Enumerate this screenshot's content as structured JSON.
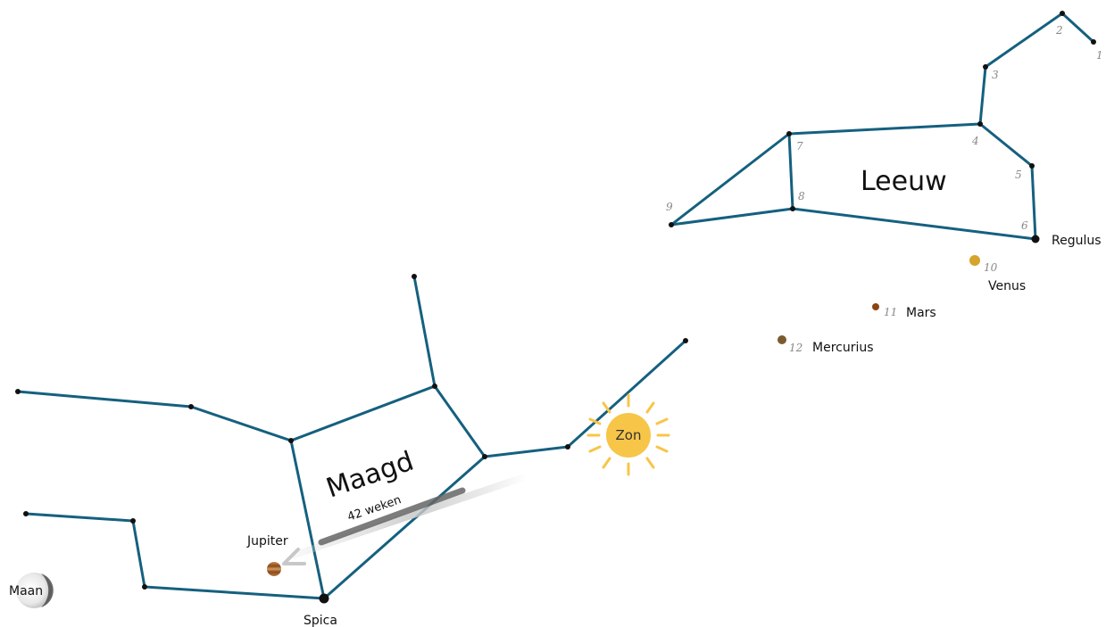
{
  "constellations": {
    "leo": "Leeuw",
    "virgo": "Maagd"
  },
  "stars": {
    "regulus": "Regulus",
    "spica": "Spica"
  },
  "planets": {
    "venus": "Venus",
    "mars": "Mars",
    "mercury": "Mercurius",
    "jupiter": "Jupiter"
  },
  "sun": "Zon",
  "moon": "Maan",
  "jupiter_path_label": "42 weken",
  "numbers": [
    "1",
    "2",
    "3",
    "4",
    "5",
    "6",
    "7",
    "8",
    "9",
    "10",
    "11",
    "12"
  ],
  "colors": {
    "constellation_line": "#15607f",
    "sun": "#f7c548",
    "venus": "#d4a42c",
    "mars": "#8b4513",
    "mercury": "#7a5a2e",
    "jupiter": "#a0622a"
  }
}
